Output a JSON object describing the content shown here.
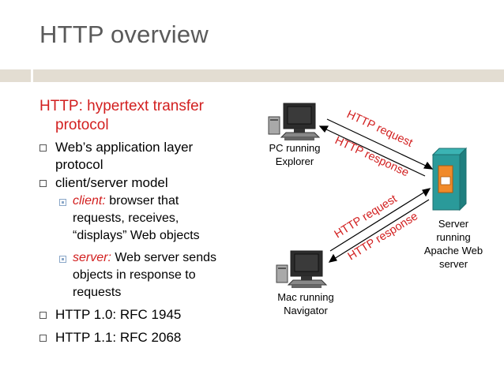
{
  "slide": {
    "title": "HTTP overview",
    "heading_line1": "HTTP: hypertext transfer",
    "heading_line2": "protocol",
    "bullets": [
      {
        "line1": "Web’s application layer",
        "line2": "protocol"
      },
      {
        "line1": "client/server model"
      },
      {
        "line1": "HTTP 1.0: RFC 1945"
      },
      {
        "line1": "HTTP 1.1: RFC 2068"
      }
    ],
    "sub_bullets": [
      {
        "prefix": "client:",
        "line1": " browser that",
        "line2": "requests, receives,",
        "line3": "“displays” Web objects"
      },
      {
        "prefix": "server:",
        "line1": " Web server sends",
        "line2": "objects in response to",
        "line3": "requests"
      }
    ]
  },
  "diagram": {
    "pc_label_line1": "PC running",
    "pc_label_line2": "Explorer",
    "mac_label_line1": "Mac running",
    "mac_label_line2": "Navigator",
    "server_label_line1": "Server",
    "server_label_line2": "running",
    "server_label_line3": "Apache Web",
    "server_label_line4": "server",
    "http_request": "HTTP request",
    "http_response": "HTTP response"
  },
  "colors": {
    "accent_red": "#d21f1f",
    "title_gray": "#5a5a5a",
    "bar_beige": "#e3ddd2",
    "server_orange": "#f08a2a",
    "server_teal": "#2a8f8f"
  }
}
